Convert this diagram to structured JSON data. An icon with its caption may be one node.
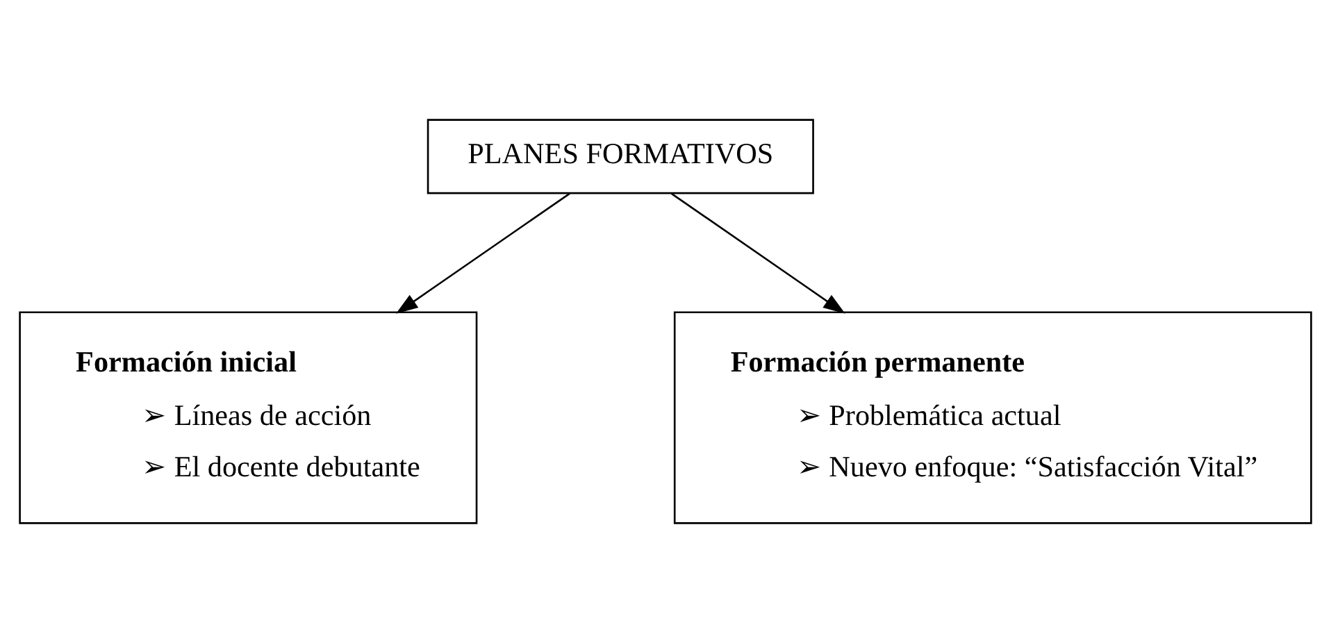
{
  "diagram": {
    "nodes": [
      {
        "text": [
          "PLANES FORMATIVOS"
        ]
      },
      {
        "text": [
          "Formación inicial",
          "➢ Líneas de acción",
          "➢ El docente debutante"
        ]
      },
      {
        "text": [
          "Formación permanente",
          "➢ Problemática actual",
          "➢ Nuevo enfoque: “Satisfacción Vital”"
        ]
      }
    ],
    "edges": [
      {
        "from": 0,
        "to": 1,
        "arrow": "to"
      },
      {
        "from": 0,
        "to": 2,
        "arrow": "to"
      }
    ]
  }
}
